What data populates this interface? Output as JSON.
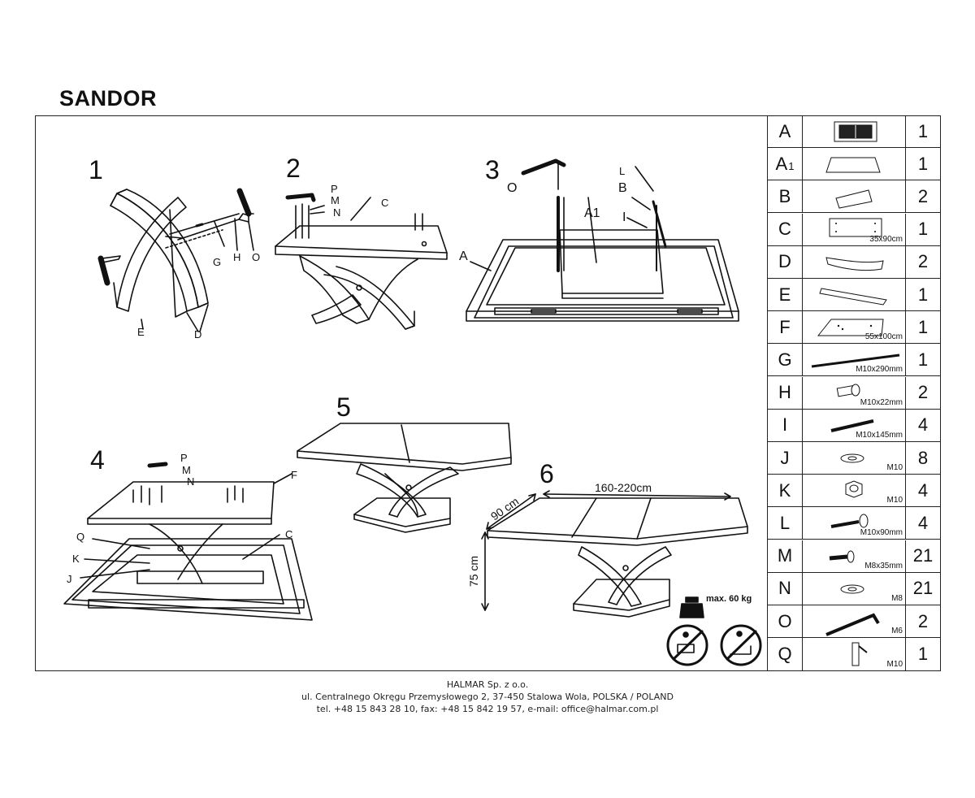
{
  "title": "SANDOR",
  "steps": [
    "1",
    "2",
    "3",
    "4",
    "5",
    "6"
  ],
  "labels": {
    "s1": {
      "g": "G",
      "h": "H",
      "o": "O",
      "e": "E",
      "d": "D"
    },
    "s2": {
      "p": "P",
      "m": "M",
      "n": "N",
      "c": "C"
    },
    "s3": {
      "o": "O",
      "a1": "A1",
      "l": "L",
      "b": "B",
      "i": "I",
      "a": "A"
    },
    "s4": {
      "p": "P",
      "m": "M",
      "n": "N",
      "f": "F",
      "q": "Q",
      "k": "K",
      "j": "J",
      "c": "C"
    },
    "s6": {
      "width": "160-220cm",
      "depth": "90 cm",
      "height": "75 cm"
    }
  },
  "max_load": "max. 60 kg",
  "parts": [
    {
      "letter": "A",
      "sub": "",
      "icon": "frame-icon",
      "size": "",
      "qty": "1"
    },
    {
      "letter": "A",
      "sub": "1",
      "icon": "insert-panel-icon",
      "size": "",
      "qty": "1"
    },
    {
      "letter": "B",
      "sub": "",
      "icon": "bracket-icon",
      "size": "",
      "qty": "2"
    },
    {
      "letter": "C",
      "sub": "",
      "icon": "plate-icon",
      "size": "35x90cm",
      "qty": "1"
    },
    {
      "letter": "D",
      "sub": "",
      "icon": "curved-leg-icon",
      "size": "",
      "qty": "2"
    },
    {
      "letter": "E",
      "sub": "",
      "icon": "straight-leg-icon",
      "size": "",
      "qty": "1"
    },
    {
      "letter": "F",
      "sub": "",
      "icon": "base-plate-icon",
      "size": "55x100cm",
      "qty": "1"
    },
    {
      "letter": "G",
      "sub": "",
      "icon": "threaded-rod-icon",
      "size": "M10x290mm",
      "qty": "1"
    },
    {
      "letter": "H",
      "sub": "",
      "icon": "sleeve-nut-icon",
      "size": "M10x22mm",
      "qty": "2"
    },
    {
      "letter": "I",
      "sub": "",
      "icon": "stud-icon",
      "size": "M10x145mm",
      "qty": "4"
    },
    {
      "letter": "J",
      "sub": "",
      "icon": "washer-icon",
      "size": "M10",
      "qty": "8"
    },
    {
      "letter": "K",
      "sub": "",
      "icon": "hex-nut-icon",
      "size": "M10",
      "qty": "4"
    },
    {
      "letter": "L",
      "sub": "",
      "icon": "bolt-icon",
      "size": "M10x90mm",
      "qty": "4"
    },
    {
      "letter": "M",
      "sub": "",
      "icon": "screw-icon",
      "size": "M8x35mm",
      "qty": "21"
    },
    {
      "letter": "N",
      "sub": "",
      "icon": "washer-icon",
      "size": "M8",
      "qty": "21"
    },
    {
      "letter": "O",
      "sub": "",
      "icon": "allen-key-icon",
      "size": "M6",
      "qty": "2"
    },
    {
      "letter": "Q",
      "sub": "",
      "icon": "box-wrench-icon",
      "size": "M10",
      "qty": "1"
    }
  ],
  "footer": {
    "company": "HALMAR Sp. z o.o.",
    "address": "ul. Centralnego Okręgu Przemysłowego 2, 37-450 Stalowa Wola, POLSKA / POLAND",
    "contact": "tel. +48 15 843 28 10, fax: +48 15 842 19 57, e-mail: office@halmar.com.pl"
  }
}
